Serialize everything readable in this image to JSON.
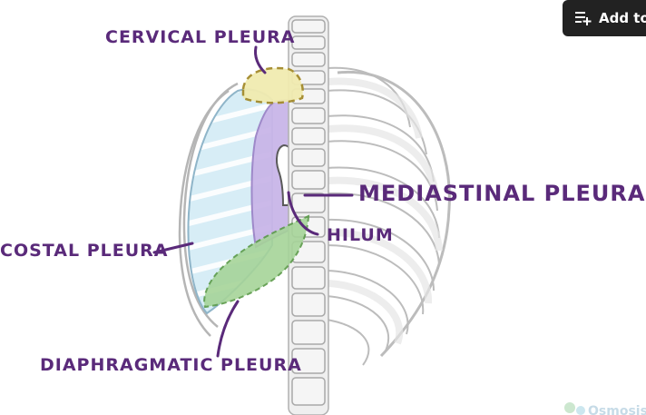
{
  "labels": {
    "cervical": "CERVICAL PLEURA",
    "mediastinal": "MEDIASTINAL PLEURA",
    "hilum": "HILUM",
    "costal": "COSTAL PLEURA",
    "diaphragmatic": "DIAPHRAGMATIC PLEURA"
  },
  "toolbar": {
    "add_label": "Add to"
  },
  "icons": {
    "add": "playlist-add-icon"
  },
  "colors": {
    "label_text": "#5a2a7a",
    "cervical_fill": "#f1ebb0",
    "mediastinal_fill": "#c7b3e6",
    "costal_fill": "#cfe8f3",
    "diaphragmatic_fill": "#a6d499",
    "bone": "#ececec",
    "bone_outline": "#b9b9b9"
  }
}
